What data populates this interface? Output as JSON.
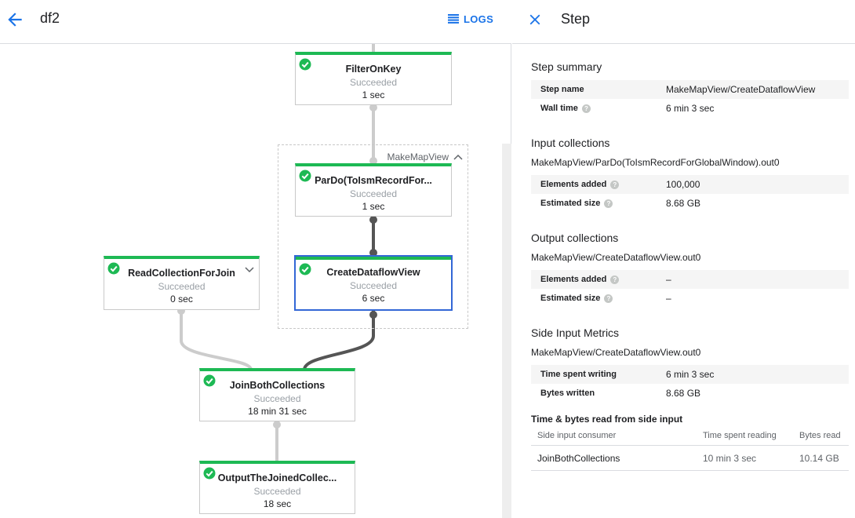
{
  "topbar": {
    "title": "df2",
    "logs_label": "LOGS"
  },
  "graph": {
    "group_label": "MakeMapView",
    "nodes": {
      "filter_on_key": {
        "name": "FilterOnKey",
        "status": "Succeeded",
        "time": "1 sec"
      },
      "pardo": {
        "name": "ParDo(ToIsmRecordFor...",
        "status": "Succeeded",
        "time": "1 sec"
      },
      "read_collection": {
        "name": "ReadCollectionForJoin",
        "status": "Succeeded",
        "time": "0 sec"
      },
      "create_view": {
        "name": "CreateDataflowView",
        "status": "Succeeded",
        "time": "6 sec"
      },
      "join_both": {
        "name": "JoinBothCollections",
        "status": "Succeeded",
        "time": "18 min 31 sec"
      },
      "output_joined": {
        "name": "OutputTheJoinedCollec...",
        "status": "Succeeded",
        "time": "18 sec"
      }
    }
  },
  "panel": {
    "title": "Step",
    "summary": {
      "title": "Step summary",
      "step_name_label": "Step name",
      "step_name_value": "MakeMapView/CreateDataflowView",
      "wall_time_label": "Wall time",
      "wall_time_value": "6 min 3 sec"
    },
    "input": {
      "title": "Input collections",
      "collection": "MakeMapView/ParDo(ToIsmRecordForGlobalWindow).out0",
      "elements_label": "Elements added",
      "elements_value": "100,000",
      "size_label": "Estimated size",
      "size_value": "8.68 GB"
    },
    "output": {
      "title": "Output collections",
      "collection": "MakeMapView/CreateDataflowView.out0",
      "elements_label": "Elements added",
      "elements_value": "–",
      "size_label": "Estimated size",
      "size_value": "–"
    },
    "side_input": {
      "title": "Side Input Metrics",
      "collection": "MakeMapView/CreateDataflowView.out0",
      "time_label": "Time spent writing",
      "time_value": "6 min 3 sec",
      "bytes_label": "Bytes written",
      "bytes_value": "8.68 GB"
    },
    "side_table": {
      "title": "Time & bytes read from side input",
      "col_consumer": "Side input consumer",
      "col_time": "Time spent reading",
      "col_bytes": "Bytes read",
      "rows": [
        {
          "consumer": "JoinBothCollections",
          "time": "10 min 3 sec",
          "bytes": "10.14 GB"
        }
      ]
    }
  },
  "colors": {
    "accent_blue": "#1a73e8",
    "success_green": "#1db954",
    "selected_border": "#3367d6"
  },
  "icons": [
    "arrow-back-icon",
    "list-icon",
    "close-icon",
    "check-circle-icon",
    "chevron-up-icon",
    "chevron-down-icon",
    "help-icon"
  ]
}
